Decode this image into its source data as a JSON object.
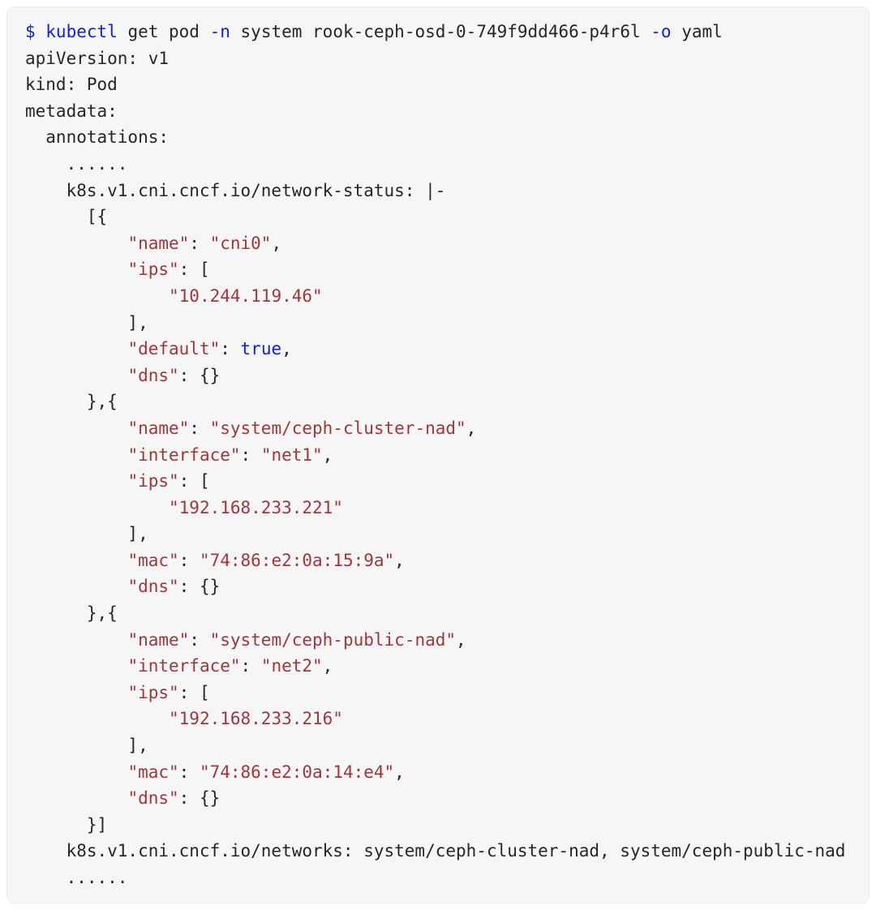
{
  "page": {
    "background": "#ffffff"
  },
  "terminal": {
    "background": "#f6f6f7",
    "border_color": "#ececec",
    "palette": {
      "plain": "#262626",
      "keyword": "#1020e0",
      "string": "#a0353a"
    },
    "command": "$ kubectl get pod -n system rook-ceph-osd-0-749f9dd466-p4r6l -o yaml",
    "lines": [
      [
        {
          "t": "$ kubectl",
          "c": "keyword"
        },
        {
          "t": " get pod ",
          "c": "plain"
        },
        {
          "t": "-n",
          "c": "keyword"
        },
        {
          "t": " system rook-ceph-osd-0-749f9dd466-p4r6l ",
          "c": "plain"
        },
        {
          "t": "-o",
          "c": "keyword"
        },
        {
          "t": " yaml",
          "c": "plain"
        }
      ],
      [
        {
          "t": "apiVersion: v1",
          "c": "plain"
        }
      ],
      [
        {
          "t": "kind: Pod",
          "c": "plain"
        }
      ],
      [
        {
          "t": "metadata:",
          "c": "plain"
        }
      ],
      [
        {
          "t": "  annotations:",
          "c": "plain"
        }
      ],
      [
        {
          "t": "    ......",
          "c": "plain"
        }
      ],
      [
        {
          "t": "    k8s.v1.cni.cncf.io/network-status: |-",
          "c": "plain"
        }
      ],
      [
        {
          "t": "      [{",
          "c": "plain"
        }
      ],
      [
        {
          "t": "          ",
          "c": "plain"
        },
        {
          "t": "\"name\"",
          "c": "string"
        },
        {
          "t": ": ",
          "c": "plain"
        },
        {
          "t": "\"cni0\"",
          "c": "string"
        },
        {
          "t": ",",
          "c": "plain"
        }
      ],
      [
        {
          "t": "          ",
          "c": "plain"
        },
        {
          "t": "\"ips\"",
          "c": "string"
        },
        {
          "t": ": [",
          "c": "plain"
        }
      ],
      [
        {
          "t": "              ",
          "c": "plain"
        },
        {
          "t": "\"10.244.119.46\"",
          "c": "string"
        }
      ],
      [
        {
          "t": "          ],",
          "c": "plain"
        }
      ],
      [
        {
          "t": "          ",
          "c": "plain"
        },
        {
          "t": "\"default\"",
          "c": "string"
        },
        {
          "t": ": ",
          "c": "plain"
        },
        {
          "t": "true",
          "c": "keyword"
        },
        {
          "t": ",",
          "c": "plain"
        }
      ],
      [
        {
          "t": "          ",
          "c": "plain"
        },
        {
          "t": "\"dns\"",
          "c": "string"
        },
        {
          "t": ": {}",
          "c": "plain"
        }
      ],
      [
        {
          "t": "      },{",
          "c": "plain"
        }
      ],
      [
        {
          "t": "          ",
          "c": "plain"
        },
        {
          "t": "\"name\"",
          "c": "string"
        },
        {
          "t": ": ",
          "c": "plain"
        },
        {
          "t": "\"system/ceph-cluster-nad\"",
          "c": "string"
        },
        {
          "t": ",",
          "c": "plain"
        }
      ],
      [
        {
          "t": "          ",
          "c": "plain"
        },
        {
          "t": "\"interface\"",
          "c": "string"
        },
        {
          "t": ": ",
          "c": "plain"
        },
        {
          "t": "\"net1\"",
          "c": "string"
        },
        {
          "t": ",",
          "c": "plain"
        }
      ],
      [
        {
          "t": "          ",
          "c": "plain"
        },
        {
          "t": "\"ips\"",
          "c": "string"
        },
        {
          "t": ": [",
          "c": "plain"
        }
      ],
      [
        {
          "t": "              ",
          "c": "plain"
        },
        {
          "t": "\"192.168.233.221\"",
          "c": "string"
        }
      ],
      [
        {
          "t": "          ],",
          "c": "plain"
        }
      ],
      [
        {
          "t": "          ",
          "c": "plain"
        },
        {
          "t": "\"mac\"",
          "c": "string"
        },
        {
          "t": ": ",
          "c": "plain"
        },
        {
          "t": "\"74:86:e2:0a:15:9a\"",
          "c": "string"
        },
        {
          "t": ",",
          "c": "plain"
        }
      ],
      [
        {
          "t": "          ",
          "c": "plain"
        },
        {
          "t": "\"dns\"",
          "c": "string"
        },
        {
          "t": ": {}",
          "c": "plain"
        }
      ],
      [
        {
          "t": "      },{",
          "c": "plain"
        }
      ],
      [
        {
          "t": "          ",
          "c": "plain"
        },
        {
          "t": "\"name\"",
          "c": "string"
        },
        {
          "t": ": ",
          "c": "plain"
        },
        {
          "t": "\"system/ceph-public-nad\"",
          "c": "string"
        },
        {
          "t": ",",
          "c": "plain"
        }
      ],
      [
        {
          "t": "          ",
          "c": "plain"
        },
        {
          "t": "\"interface\"",
          "c": "string"
        },
        {
          "t": ": ",
          "c": "plain"
        },
        {
          "t": "\"net2\"",
          "c": "string"
        },
        {
          "t": ",",
          "c": "plain"
        }
      ],
      [
        {
          "t": "          ",
          "c": "plain"
        },
        {
          "t": "\"ips\"",
          "c": "string"
        },
        {
          "t": ": [",
          "c": "plain"
        }
      ],
      [
        {
          "t": "              ",
          "c": "plain"
        },
        {
          "t": "\"192.168.233.216\"",
          "c": "string"
        }
      ],
      [
        {
          "t": "          ],",
          "c": "plain"
        }
      ],
      [
        {
          "t": "          ",
          "c": "plain"
        },
        {
          "t": "\"mac\"",
          "c": "string"
        },
        {
          "t": ": ",
          "c": "plain"
        },
        {
          "t": "\"74:86:e2:0a:14:e4\"",
          "c": "string"
        },
        {
          "t": ",",
          "c": "plain"
        }
      ],
      [
        {
          "t": "          ",
          "c": "plain"
        },
        {
          "t": "\"dns\"",
          "c": "string"
        },
        {
          "t": ": {}",
          "c": "plain"
        }
      ],
      [
        {
          "t": "      }]",
          "c": "plain"
        }
      ],
      [
        {
          "t": "    k8s.v1.cni.cncf.io/networks: system/ceph-cluster-nad, system/ceph-public-nad",
          "c": "plain"
        }
      ],
      [
        {
          "t": "    ......",
          "c": "plain"
        }
      ]
    ]
  }
}
